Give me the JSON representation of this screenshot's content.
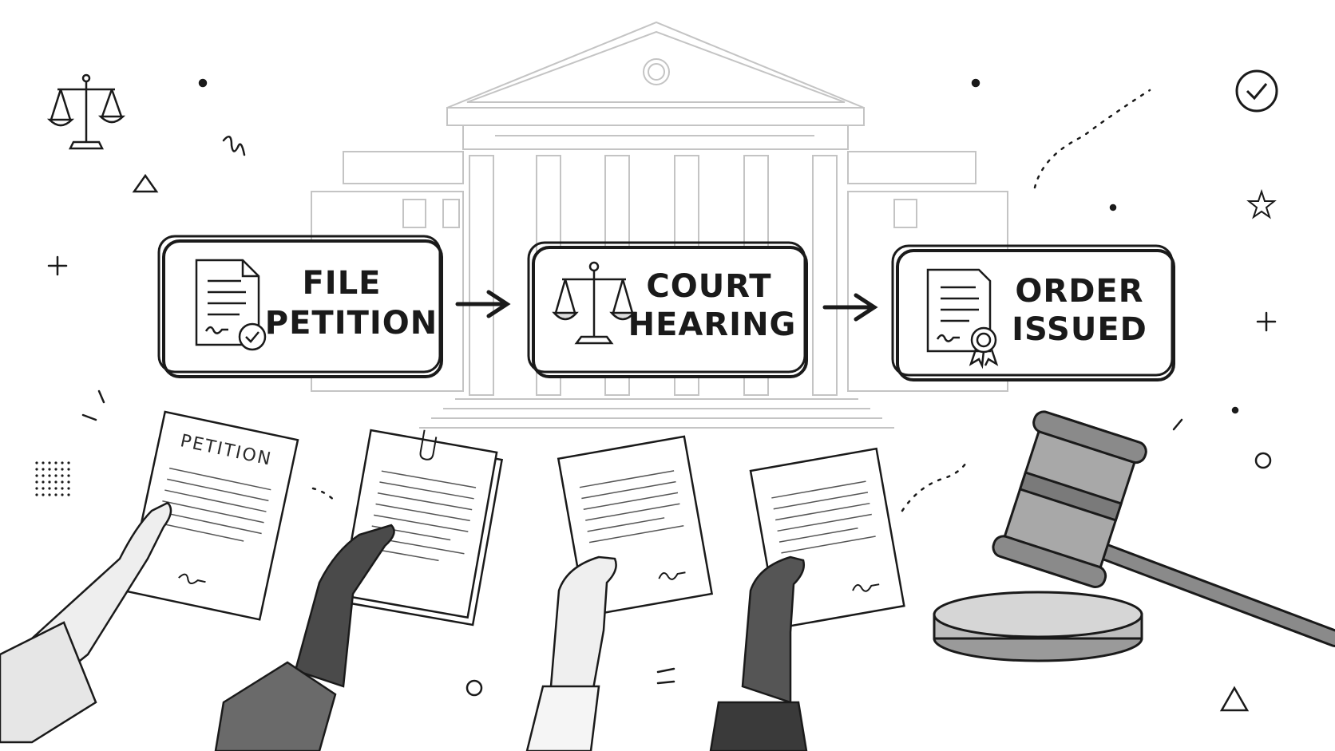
{
  "steps": [
    {
      "label_line1": "FILE",
      "label_line2": "PETITION",
      "icon": "petition-document-check-icon"
    },
    {
      "label_line1": "COURT",
      "label_line2": "HEARING",
      "icon": "scales-of-justice-icon"
    },
    {
      "label_line1": "ORDER",
      "label_line2": "ISSUED",
      "icon": "certificate-seal-icon"
    }
  ],
  "held_documents": [
    {
      "title": "PETITION"
    },
    {
      "title": ""
    },
    {
      "title": ""
    },
    {
      "title": ""
    }
  ],
  "decorations": [
    "scales-icon",
    "check-circle-icon",
    "star-icon",
    "gavel-icon",
    "courthouse-illustration"
  ],
  "colors": {
    "ink": "#1a1a1a",
    "paper": "#ffffff",
    "sketch": "#bdbdbd",
    "wood": "#6b6b6b"
  }
}
